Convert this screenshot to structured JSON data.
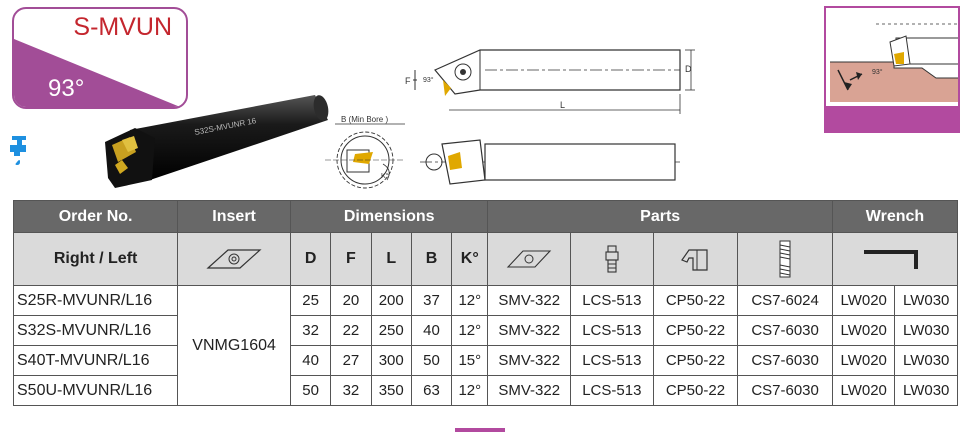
{
  "badge": {
    "code": "S-MVUN",
    "angle": "93°",
    "colors": {
      "border": "#a24d97",
      "fill": "#a24d97",
      "code_text": "#c4262e"
    }
  },
  "icons": {
    "coolant": "coolant-tap-icon",
    "insert": "rhombic-insert-icon",
    "screw": "lock-screw-icon",
    "clamp": "clamp-icon",
    "clamp_screw": "clamp-screw-icon",
    "wrench": "hex-wrench-icon"
  },
  "photo": {
    "engraving": "S32S-MVUNR 16"
  },
  "drawings": {
    "top": {
      "label_f": "F",
      "label_d": "D",
      "label_l": "L",
      "label_angle": "93°"
    },
    "end": {
      "label_b": "B (Min Bore )",
      "label_k": "K°"
    },
    "inset": {
      "label_angle": "93°"
    }
  },
  "table": {
    "groups": {
      "order": "Order No.",
      "insert": "Insert",
      "dimensions": "Dimensions",
      "parts": "Parts",
      "wrench": "Wrench"
    },
    "subheaders": {
      "right_left": "Right / Left",
      "d": "D",
      "f": "F",
      "l": "L",
      "b": "B",
      "k": "K°"
    },
    "insert_value": "VNMG1604",
    "rows": [
      {
        "order": "S25R-MVUNR/L16",
        "d": "25",
        "f": "20",
        "l": "200",
        "b": "37",
        "k": "12°",
        "insert_part": "SMV-322",
        "screw": "LCS-513",
        "clamp": "CP50-22",
        "clamp_screw": "CS7-6024",
        "wrench1": "LW020",
        "wrench2": "LW030"
      },
      {
        "order": "S32S-MVUNR/L16",
        "d": "32",
        "f": "22",
        "l": "250",
        "b": "40",
        "k": "12°",
        "insert_part": "SMV-322",
        "screw": "LCS-513",
        "clamp": "CP50-22",
        "clamp_screw": "CS7-6030",
        "wrench1": "LW020",
        "wrench2": "LW030"
      },
      {
        "order": "S40T-MVUNR/L16",
        "d": "40",
        "f": "27",
        "l": "300",
        "b": "50",
        "k": "15°",
        "insert_part": "SMV-322",
        "screw": "LCS-513",
        "clamp": "CP50-22",
        "clamp_screw": "CS7-6030",
        "wrench1": "LW020",
        "wrench2": "LW030"
      },
      {
        "order": "S50U-MVUNR/L16",
        "d": "50",
        "f": "32",
        "l": "350",
        "b": "63",
        "k": "12°",
        "insert_part": "SMV-322",
        "screw": "LCS-513",
        "clamp": "CP50-22",
        "clamp_screw": "CS7-6030",
        "wrench1": "LW020",
        "wrench2": "LW030"
      }
    ],
    "colors": {
      "group_bg": "#686868",
      "sub_bg": "#dadada"
    }
  }
}
